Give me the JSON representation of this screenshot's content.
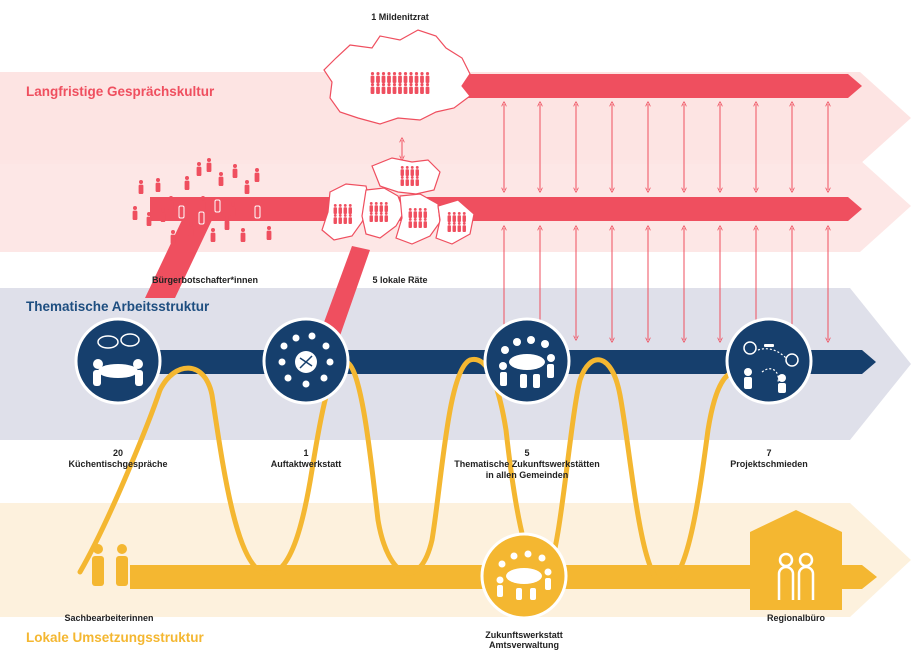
{
  "bands": {
    "red_title": "Langfristige Gesprächskultur",
    "blue_title": "Thematische Arbeitsstruktur",
    "yellow_title": "Lokale Umsetzungsstruktur"
  },
  "labels": {
    "mildenitzrat": "1 Mildenitzrat",
    "buergerbotschafter": "Bürgerbotschafter*innen",
    "lokale_raete": "5 lokale Räte",
    "kuechentisch_count": "20",
    "kuechentisch_label": "Küchentischgespräche",
    "auftakt_count": "1",
    "auftakt_label": "Auftaktwerkstatt",
    "thematische_count": "5",
    "thematische_label_1": "Thematische Zukunftswerkstätten",
    "thematische_label_2": "in allen Gemeinden",
    "projekt_count": "7",
    "projekt_label": "Projektschmieden",
    "sachbearbeiter": "Sachbearbeiterinnen",
    "zukunft_label_1": "Zukunftswerkstatt",
    "zukunft_label_2": "Amtsverwaltung",
    "regionalbuero": "Regionalbüro"
  },
  "colors": {
    "red": "#ef4f5f",
    "red_band": "#fde4e3",
    "blue": "#163f6d",
    "blue_band": "#dfe0ea",
    "blue_title": "#1e4e80",
    "yellow": "#f4b731",
    "yellow_band": "#fdf1dd"
  },
  "icons": {
    "council_map": "people-group-icon",
    "ambassadors": "person-figures-icon",
    "kitchen_table": "kitchen-table-icon",
    "kickoff": "workshop-icon",
    "thematic": "round-table-icon",
    "project": "idea-forge-icon",
    "clerks": "two-persons-icon",
    "office": "house-icon"
  }
}
